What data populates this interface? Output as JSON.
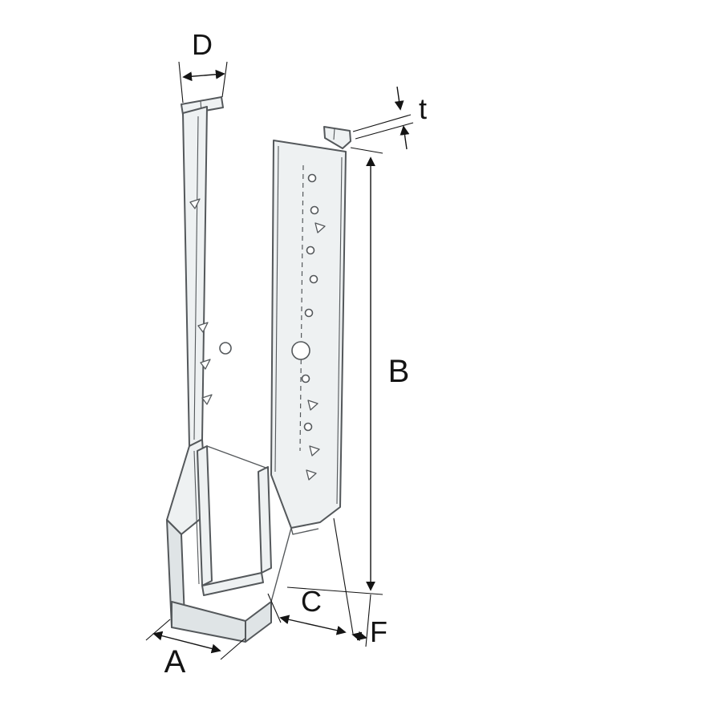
{
  "diagram": {
    "type": "technical-line-drawing",
    "subject": "joist-hanger-dimension-diagram",
    "colors": {
      "background": "#ffffff",
      "metal_fill": "#eef1f2",
      "metal_shade": "#dfe4e6",
      "outline": "#54585b",
      "dimension": "#141414"
    },
    "labels": {
      "top_flange_width": "D",
      "steel_thickness": "t",
      "height": "B",
      "seat_width": "A",
      "seat_depth": "C",
      "flange_offset": "F"
    }
  }
}
